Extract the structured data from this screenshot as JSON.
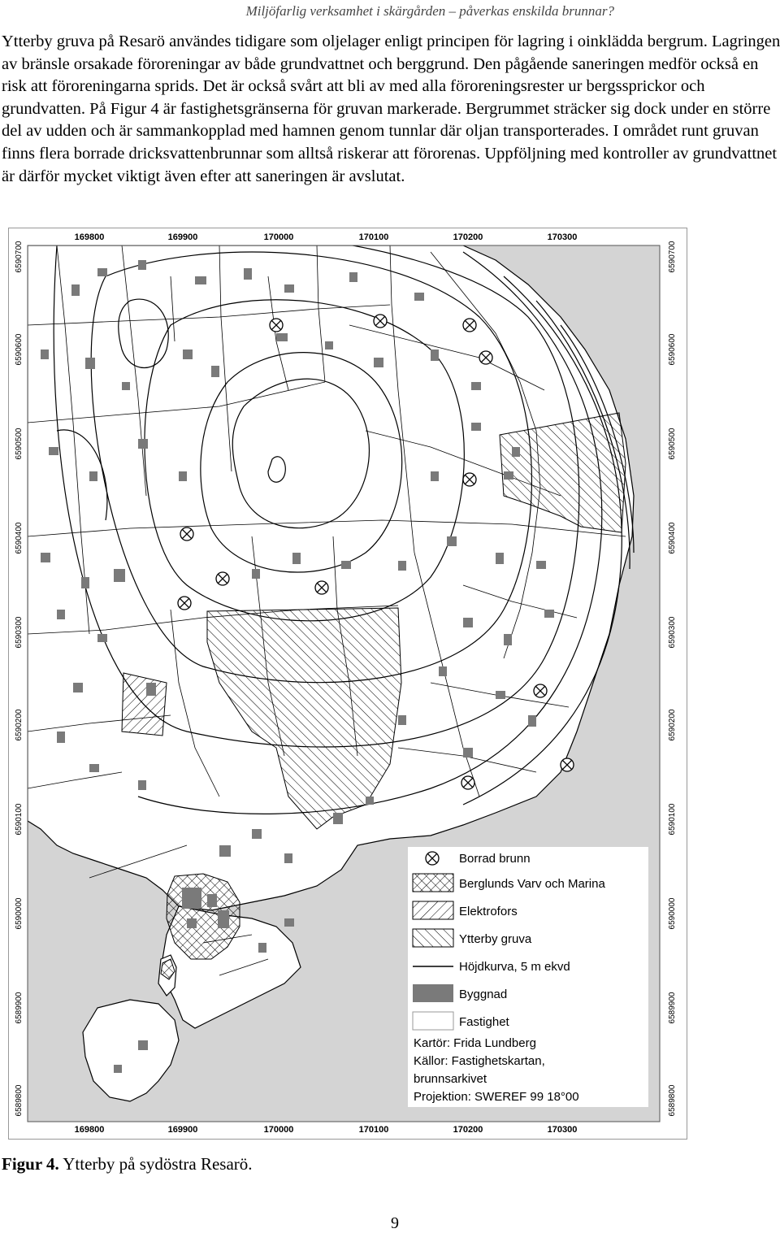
{
  "header": "Miljöfarlig verksamhet i skärgården – påverkas enskilda brunnar?",
  "paragraph": "Ytterby gruva på Resarö användes tidigare som oljelager enligt principen för lagring i oinklädda bergrum. Lagringen av bränsle orsakade föroreningar av både grundvattnet och berggrund. Den pågående saneringen medför också en risk att föroreningarna sprids. Det är också svårt att bli av med alla föroreningsrester ur bergssprickor och grundvatten. På Figur 4 är fastighetsgränserna för gruvan markerade. Bergrummet sträcker sig dock under en större del av udden och är sammankopplad med hamnen genom tunnlar där oljan transporterades. I området runt gruvan finns flera borrade dricksvattenbrunnar som alltså riskerar att förorenas. Uppföljning med kontroller av grundvattnet är därför mycket viktigt även efter att saneringen är avslutat.",
  "map": {
    "x_ticks": [
      "169800",
      "169900",
      "170000",
      "170100",
      "170200",
      "170300"
    ],
    "y_ticks": [
      "6590700",
      "6590600",
      "6590500",
      "6590400",
      "6590300",
      "6590200",
      "6590100",
      "6590000",
      "6589900",
      "6589800"
    ],
    "legend": {
      "well": "Borrad brunn",
      "marina": "Berglunds Varv och Marina",
      "elektrofors": "Elektrofors",
      "mine": "Ytterby gruva",
      "contour": "Höjdkurva, 5 m ekvd",
      "building": "Byggnad",
      "property": "Fastighet"
    },
    "credits": [
      "Kartör: Frida Lundberg",
      "Källor: Fastighetskartan,",
      "brunnsarkivet",
      "Projektion: SWEREF 99 18°00"
    ],
    "colors": {
      "water": "#d4d4d4",
      "land": "#ffffff",
      "building": "#7a7a7a",
      "lines": "#000000"
    }
  },
  "caption": {
    "label": "Figur 4.",
    "text": " Ytterby på sydöstra Resarö."
  },
  "page_number": "9"
}
